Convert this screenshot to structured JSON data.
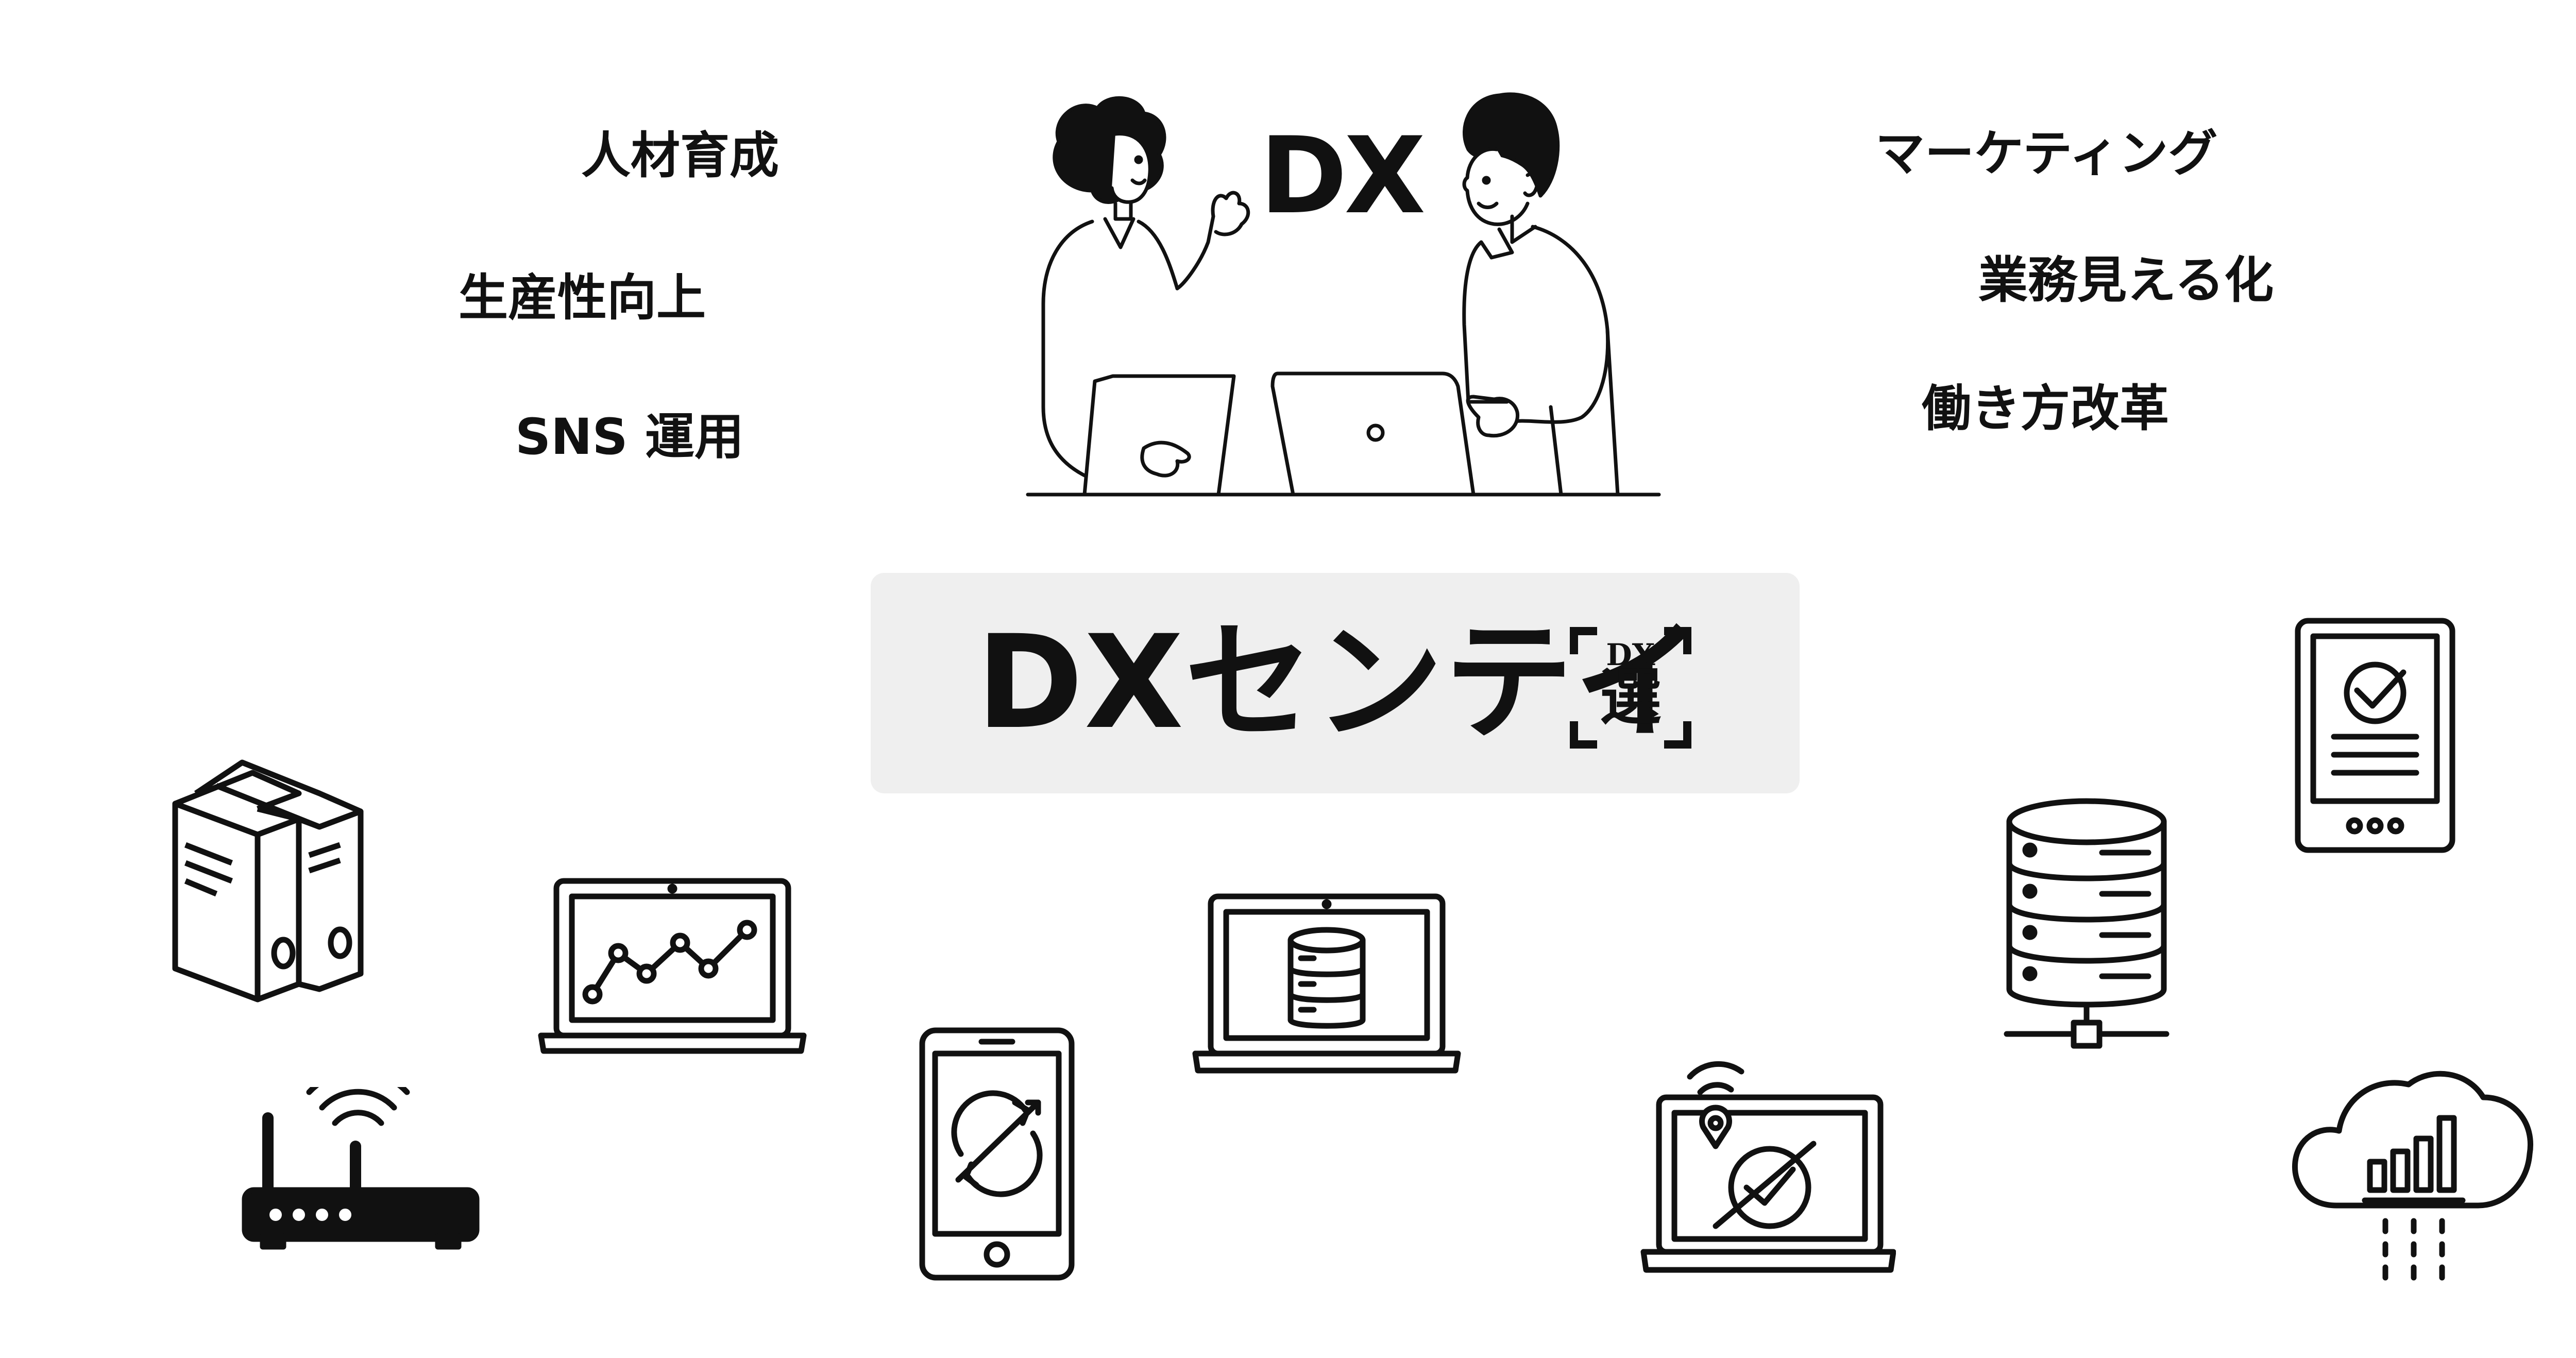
{
  "keywords_left": [
    "人材育成",
    "生産性向上",
    "SNS 運用"
  ],
  "keywords_right": [
    "マーケティング",
    "業務見える化",
    "働き方改革"
  ],
  "heading": "DX",
  "logo": {
    "text": "DXセンテイ",
    "seal_top": "DX",
    "seal_main": "選"
  },
  "colors": {
    "ink": "#111111",
    "logo_background": "#efefef",
    "page_background": "#ffffff"
  },
  "icons": [
    "binders-icon",
    "laptop-chart-icon",
    "smartphone-refresh-icon",
    "laptop-database-icon",
    "laptop-location-check-icon",
    "server-database-icon",
    "tablet-document-check-icon",
    "wifi-router-icon",
    "cloud-chart-icon"
  ]
}
